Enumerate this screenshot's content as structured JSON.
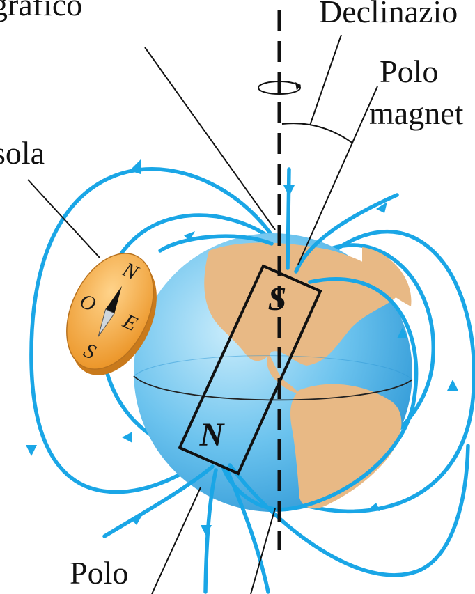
{
  "labels": {
    "geographic_north": "grafico",
    "declination": "Declinazio",
    "magnetic_pole_line1": "Polo",
    "magnetic_pole_line2": "magnet",
    "compass": "sola",
    "bottom_pole": "Polo"
  },
  "bar_magnet": {
    "south_pole": "S",
    "north_pole": "N"
  },
  "compass_rose": {
    "north": "N",
    "east": "E",
    "south": "S",
    "west": "O"
  },
  "colors": {
    "field_lines": "#1aa6e6",
    "ocean": "#5cbbea",
    "land": "#e8b985",
    "compass": "#f3a43a"
  }
}
